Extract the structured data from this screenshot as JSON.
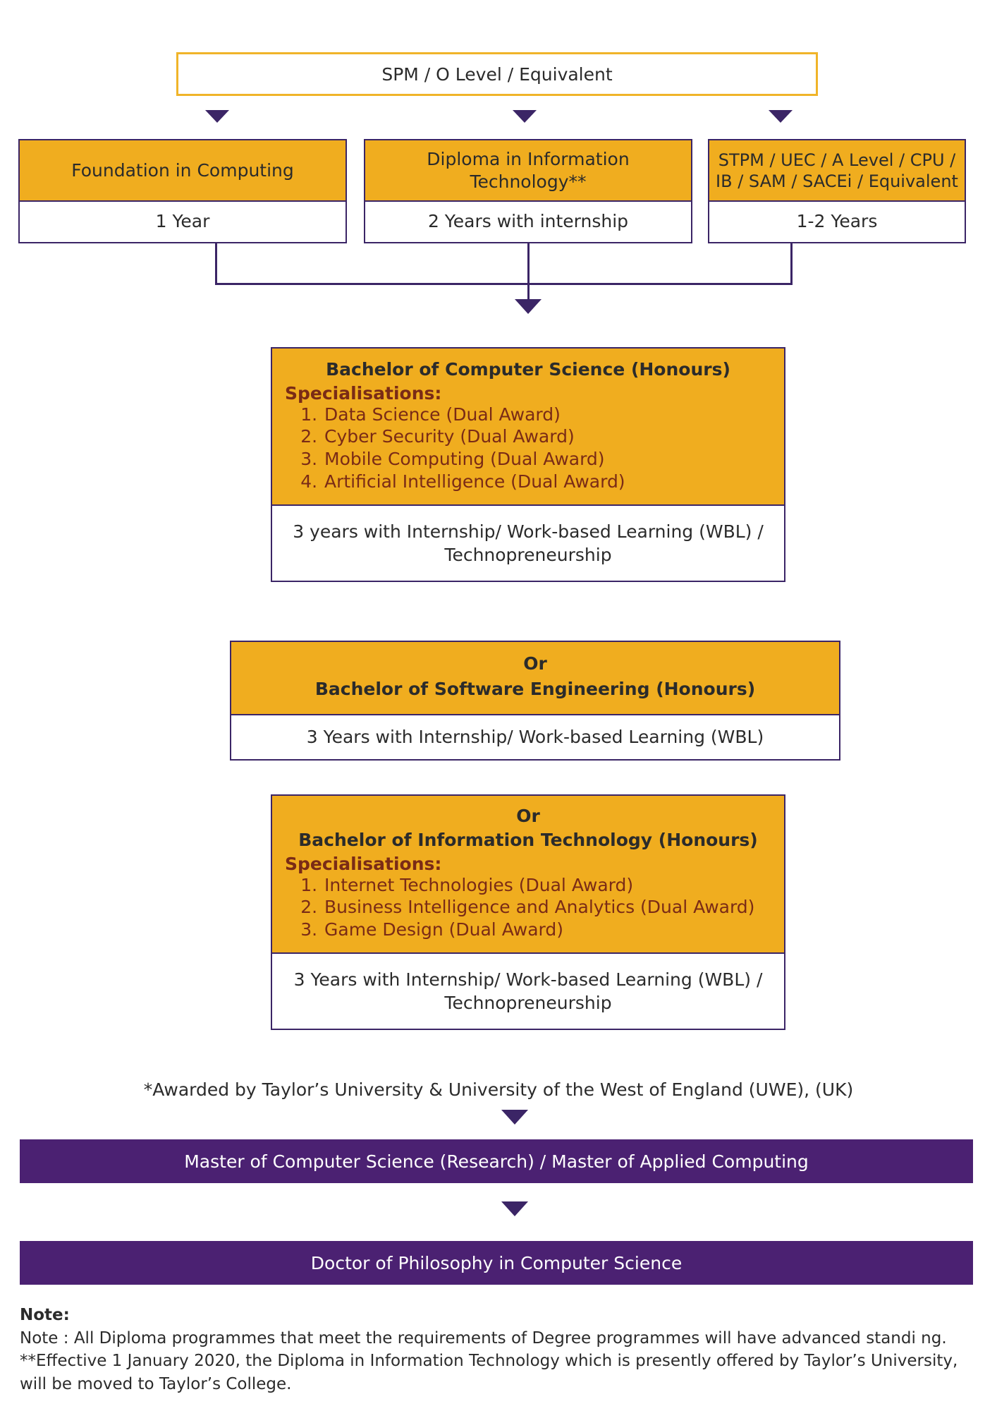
{
  "entry": {
    "label": "SPM / O Level / Equivalent"
  },
  "pathways": [
    {
      "name": "Foundation in Computing",
      "duration": "1 Year"
    },
    {
      "name": "Diploma in Information Technology**",
      "duration": "2 Years with internship"
    },
    {
      "name": "STPM / UEC / A Level / CPU / IB / SAM / SACEi / Equivalent",
      "duration": "1-2 Years"
    }
  ],
  "degrees": [
    {
      "or": "",
      "title": "Bachelor of Computer Science (Honours)",
      "spec_label": "Specialisations:",
      "specialisations": [
        "Data Science (Dual Award)",
        "Cyber Security (Dual Award)",
        "Mobile Computing (Dual Award)",
        "Artificial Intelligence (Dual Award)"
      ],
      "duration": "3 years with Internship/ Work-based Learning (WBL) / Technopreneurship"
    },
    {
      "or": "Or",
      "title": "Bachelor of Software Engineering (Honours)",
      "spec_label": "",
      "specialisations": [],
      "duration": "3 Years with Internship/ Work-based Learning (WBL)"
    },
    {
      "or": "Or",
      "title": "Bachelor of Information Technology (Honours)",
      "spec_label": "Specialisations:",
      "specialisations": [
        "Internet Technologies (Dual Award)",
        "Business Intelligence and Analytics (Dual Award)",
        "Game Design (Dual Award)"
      ],
      "duration": "3 Years with Internship/ Work-based Learning (WBL) / Technopreneurship"
    }
  ],
  "awarded_note": "*Awarded by Taylor’s University & University of the West of England (UWE), (UK)",
  "postgraduate": {
    "masters": "Master of Computer Science (Research) / Master of Applied Computing",
    "phd": "Doctor of Philosophy in Computer Science"
  },
  "footer": {
    "note_heading": "Note:",
    "line1": "Note : All Diploma programmes that meet the requirements of Degree programmes will have advanced standi ng.",
    "line2": "**Effective 1 January 2020, the Diploma in Information Technology which is presently offered by Taylor’s University, will be moved to Taylor’s College."
  }
}
